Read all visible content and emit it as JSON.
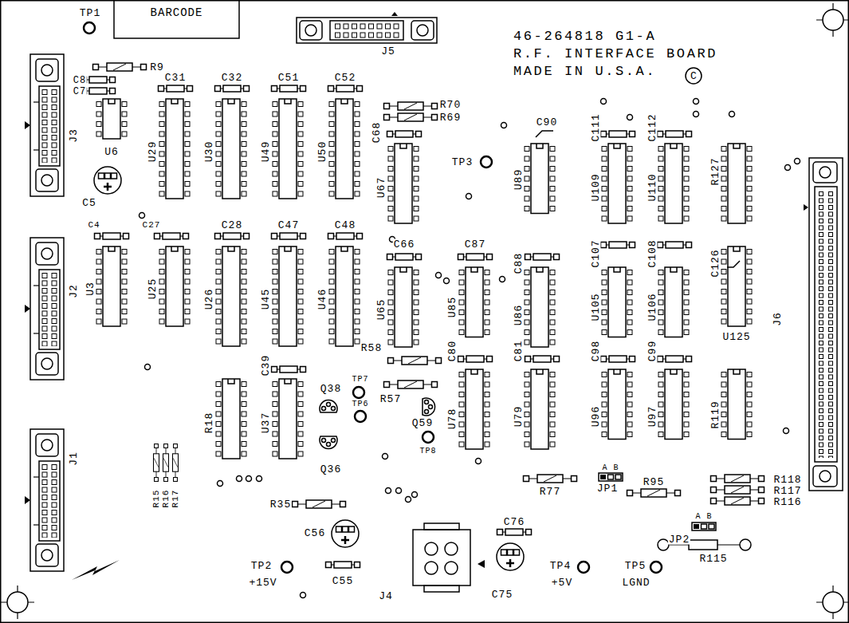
{
  "diagram": {
    "nodes": [
      {
        "text": [
          "BARCODE"
        ]
      },
      {
        "text": [
          "C"
        ]
      }
    ],
    "labels": [
      "TP1",
      "R9",
      "C8",
      "C7",
      "J3",
      "C31",
      "C32",
      "C51",
      "C52",
      "U6",
      "C5",
      "U29",
      "U30",
      "U49",
      "U50",
      "J5",
      "46-264818 G1-A",
      "R.F. INTERFACE BOARD",
      "MADE IN U.S.A.",
      "R70",
      "R69",
      "C68",
      "C90",
      "TP3",
      "U67",
      "U89",
      "C111",
      "U109",
      "C112",
      "U110",
      "R127",
      "C4",
      "C27",
      "C28",
      "C47",
      "C48",
      "C66",
      "C87",
      "C88",
      "C107",
      "C108",
      "C126",
      "J2",
      "U3",
      "U25",
      "U26",
      "U45",
      "U46",
      "U65",
      "U85",
      "U86",
      "U105",
      "U106",
      "U125",
      "J6",
      "R58",
      "C80",
      "C81",
      "C98",
      "C99",
      "C39",
      "Q38",
      "TP7",
      "R57",
      "TP6",
      "Q59",
      "R18",
      "U37",
      "U78",
      "U79",
      "U96",
      "U97",
      "R119",
      "TP8",
      "Q36",
      "J1",
      "R15",
      "R16",
      "R17",
      "R77",
      "A B",
      "JP1",
      "R95",
      "R118",
      "R117",
      "R116",
      "R35",
      "C56",
      "C76",
      "A B",
      "JP2",
      "R115",
      "TP2",
      "+15V",
      "C55",
      "J4",
      "C75",
      "TP4",
      "+5V",
      "TP5",
      "LGND"
    ]
  }
}
